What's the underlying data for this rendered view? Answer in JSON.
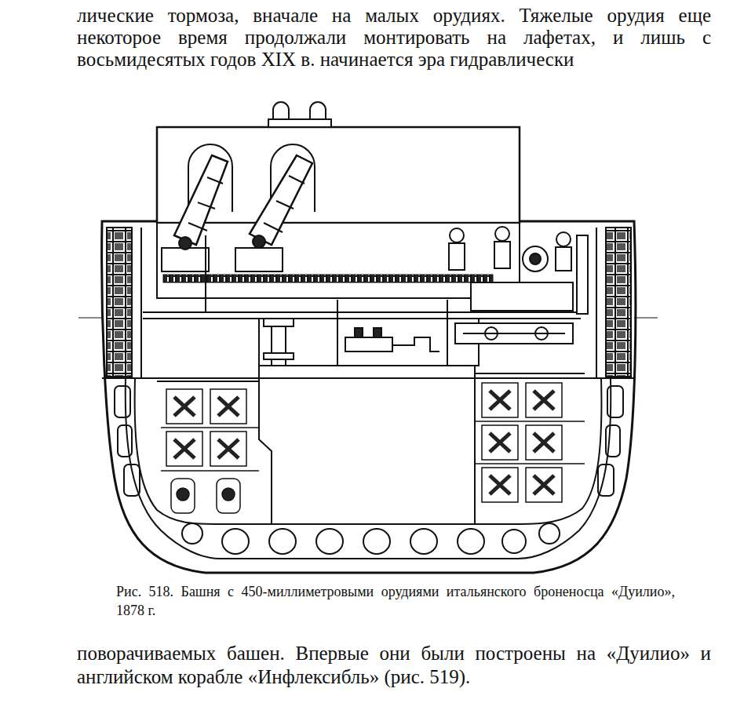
{
  "diagram": {
    "caption": "Рис. 518. Башня с 450-миллиметровыми орудиями итальянского броненосца «Дуилио», 1878 г.",
    "labels": [
      "лические тормоза, вначале на малых орудиях. Тяжелые орудия еще некоторое время продолжали монтировать на лафетах, и лишь с восьмидесятых годов XIX в. начинается эра гидравлически",
      "поворачиваемых башен. Впервые они были построены на «Дуилио» и английском корабле «Инфлексибль» (рис. 519)."
    ]
  }
}
